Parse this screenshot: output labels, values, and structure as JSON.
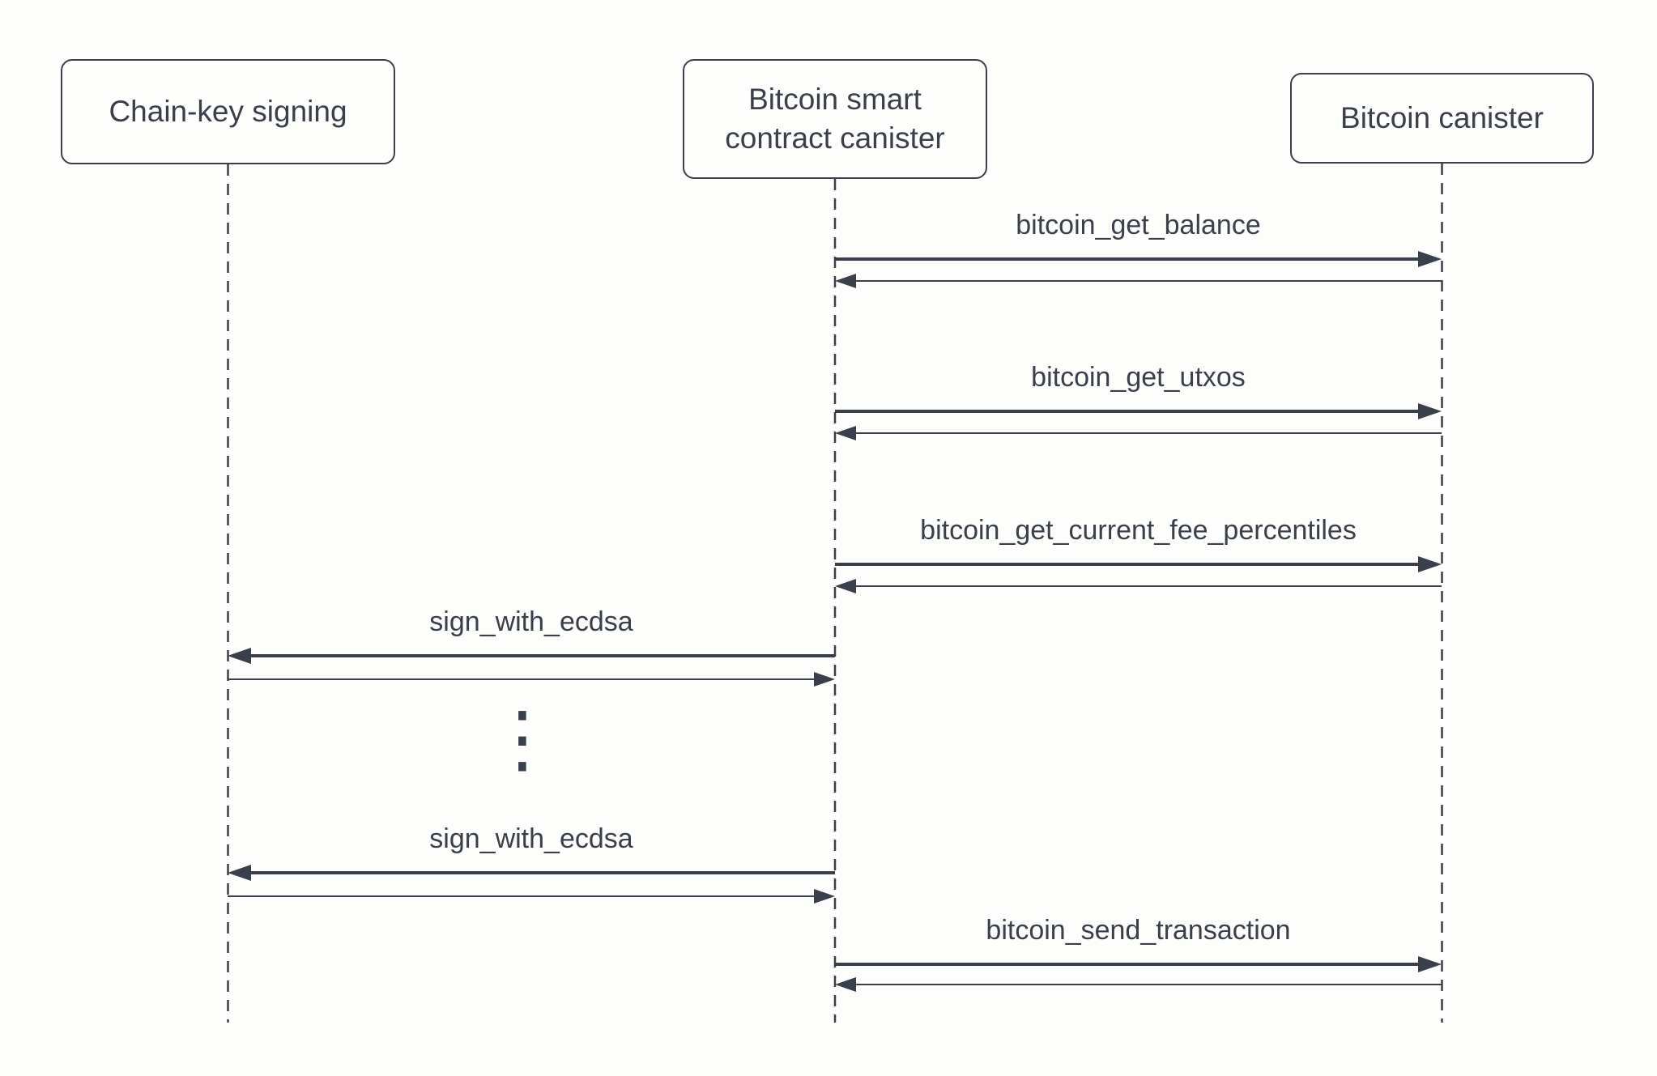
{
  "colors": {
    "ink": "#3a404b",
    "background": "#fdfdfb",
    "box_fill": "#fefefd"
  },
  "diagram": {
    "type": "sequence",
    "actors": [
      {
        "label": "Chain-key signing"
      },
      {
        "label": "Bitcoin smart contract canister"
      },
      {
        "label": "Bitcoin canister"
      }
    ],
    "messages": [
      {
        "label": "bitcoin_get_balance",
        "from": "Bitcoin smart contract canister",
        "to": "Bitcoin canister",
        "returns": true
      },
      {
        "label": "bitcoin_get_utxos",
        "from": "Bitcoin smart contract canister",
        "to": "Bitcoin canister",
        "returns": true
      },
      {
        "label": "bitcoin_get_current_fee_percentiles",
        "from": "Bitcoin smart contract canister",
        "to": "Bitcoin canister",
        "returns": true
      },
      {
        "label": "sign_with_ecdsa",
        "from": "Bitcoin smart contract canister",
        "to": "Chain-key signing",
        "returns": true
      },
      {
        "label": "sign_with_ecdsa",
        "from": "Bitcoin smart contract canister",
        "to": "Chain-key signing",
        "returns": true
      },
      {
        "label": "bitcoin_send_transaction",
        "from": "Bitcoin smart contract canister",
        "to": "Bitcoin canister",
        "returns": true
      }
    ],
    "continuation": {
      "symbol": "⋮"
    }
  }
}
